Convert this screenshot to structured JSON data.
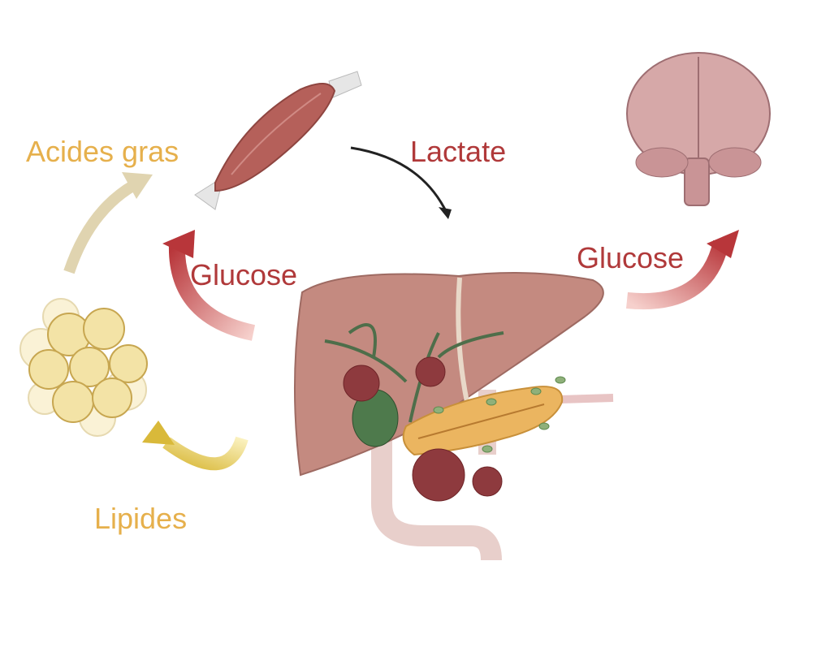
{
  "labels": {
    "fatty_acids": "Acides gras",
    "lactate": "Lactate",
    "glucose_muscle": "Glucose",
    "glucose_brain": "Glucose",
    "lipids": "Lipides"
  },
  "colors": {
    "gold_label": "#E6B04C",
    "red_label": "#B0393A",
    "liver": "#C48A80",
    "muscle": "#B5605A",
    "brain": "#D6A8A8",
    "fat": "#F3E3A6"
  }
}
